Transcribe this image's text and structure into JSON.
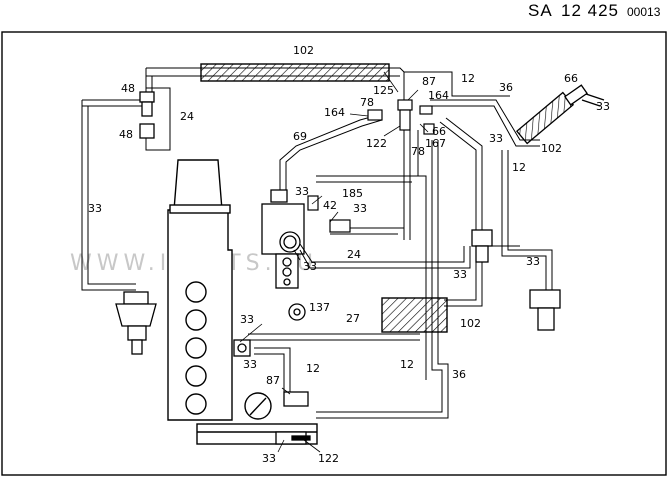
{
  "header": {
    "code": "SA",
    "number": "12 425",
    "seq": "00013"
  },
  "watermark": "WWW.ILCATS.RU",
  "labels": [
    {
      "id": "l102a",
      "text": "102"
    },
    {
      "id": "l12a",
      "text": "12"
    },
    {
      "id": "l87a",
      "text": "87"
    },
    {
      "id": "l36a",
      "text": "36"
    },
    {
      "id": "l66a",
      "text": "66"
    },
    {
      "id": "l33a",
      "text": "33"
    },
    {
      "id": "l48a",
      "text": "48"
    },
    {
      "id": "l24a",
      "text": "24"
    },
    {
      "id": "l48b",
      "text": "48"
    },
    {
      "id": "l125",
      "text": "125"
    },
    {
      "id": "l164a",
      "text": "164"
    },
    {
      "id": "l164b",
      "text": "164"
    },
    {
      "id": "l78a",
      "text": "78"
    },
    {
      "id": "l66b",
      "text": "66"
    },
    {
      "id": "l69",
      "text": "69"
    },
    {
      "id": "l122a",
      "text": "122"
    },
    {
      "id": "l167",
      "text": "167"
    },
    {
      "id": "l78b",
      "text": "78"
    },
    {
      "id": "l33b",
      "text": "33"
    },
    {
      "id": "l102b",
      "text": "102"
    },
    {
      "id": "l12b",
      "text": "12"
    },
    {
      "id": "l33c",
      "text": "33"
    },
    {
      "id": "l185",
      "text": "185"
    },
    {
      "id": "l42",
      "text": "42"
    },
    {
      "id": "l33d",
      "text": "33"
    },
    {
      "id": "l33e",
      "text": "33"
    },
    {
      "id": "l24b",
      "text": "24"
    },
    {
      "id": "l33f",
      "text": "33"
    },
    {
      "id": "l33g",
      "text": "33"
    },
    {
      "id": "l33h",
      "text": "33"
    },
    {
      "id": "l137",
      "text": "137"
    },
    {
      "id": "l27",
      "text": "27"
    },
    {
      "id": "l102c",
      "text": "102"
    },
    {
      "id": "l33i",
      "text": "33"
    },
    {
      "id": "l33j",
      "text": "33"
    },
    {
      "id": "l12c",
      "text": "12"
    },
    {
      "id": "l12d",
      "text": "12"
    },
    {
      "id": "l87b",
      "text": "87"
    },
    {
      "id": "l36b",
      "text": "36"
    },
    {
      "id": "l33k",
      "text": "33"
    },
    {
      "id": "l122b",
      "text": "122"
    }
  ]
}
